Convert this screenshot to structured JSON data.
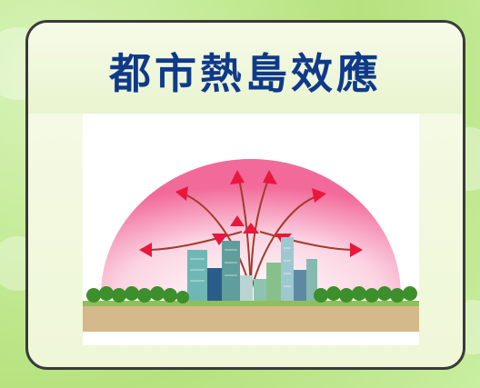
{
  "title": "都市熱島效應",
  "colors": {
    "title": "#0f3a8a",
    "dome": "#f26a9a",
    "arrows": "#e8173d",
    "ground": "#d5b98a",
    "trees": "#3c8f2a"
  },
  "icons": {
    "arrows": "heat-flow-arrows",
    "buildings": "city-buildings",
    "trees": "tree-row"
  }
}
